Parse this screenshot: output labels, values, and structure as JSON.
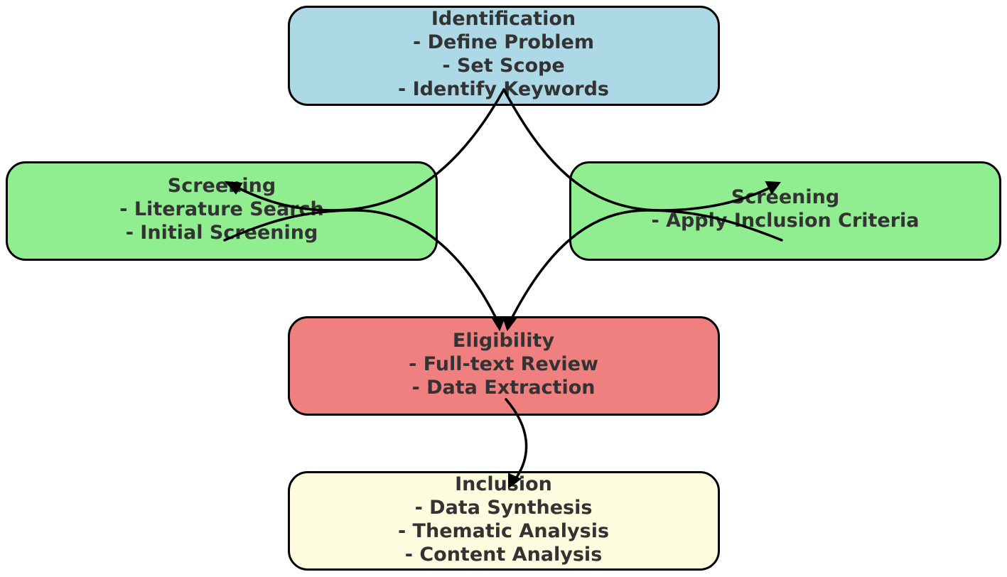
{
  "diagram": {
    "nodes": [
      {
        "id": "identification",
        "color": "#add8e6",
        "lines": [
          "Identification",
          "- Define Problem",
          "- Set Scope",
          "- Identify Keywords"
        ]
      },
      {
        "id": "screening-left",
        "color": "#90ee90",
        "lines": [
          "Screening",
          "- Literature Search",
          "- Initial Screening"
        ]
      },
      {
        "id": "screening-right",
        "color": "#90ee90",
        "lines": [
          "Screening",
          "- Apply Inclusion Criteria"
        ]
      },
      {
        "id": "eligibility",
        "color": "#f08080",
        "lines": [
          "Eligibility",
          "- Full-text Review",
          "- Data Extraction"
        ]
      },
      {
        "id": "inclusion",
        "color": "#fffde0",
        "lines": [
          "Inclusion",
          "- Data Synthesis",
          "- Thematic Analysis",
          "- Content Analysis"
        ]
      }
    ],
    "edges": [
      {
        "from": "identification",
        "to": "screening-left"
      },
      {
        "from": "identification",
        "to": "screening-right"
      },
      {
        "from": "screening-left",
        "to": "eligibility"
      },
      {
        "from": "screening-right",
        "to": "eligibility"
      },
      {
        "from": "eligibility",
        "to": "inclusion"
      }
    ]
  }
}
